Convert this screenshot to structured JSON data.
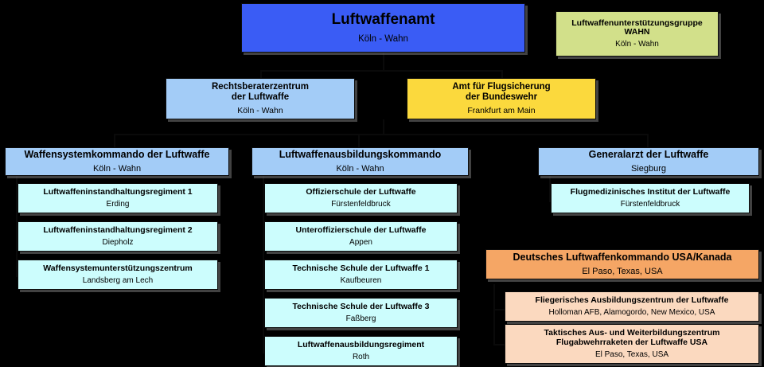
{
  "chart": {
    "type": "org-chart",
    "background_color": "#000000",
    "colors": {
      "root": "#3a5cf5",
      "support_group": "#d2e08a",
      "command": "#a3ccf7",
      "agency": "#fbd93d",
      "subordinate": "#ccfdfd",
      "usa_command": "#f5a665",
      "usa_subordinate": "#fbd9bf"
    }
  },
  "root": {
    "title": "Luftwaffenamt",
    "location": "Köln - Wahn"
  },
  "support_group": {
    "title_line1": "Luftwaffenunterstützungsgruppe",
    "title_line2": "WAHN",
    "location": "Köln - Wahn"
  },
  "second_level": [
    {
      "title_line1": "Rechtsberaterzentrum",
      "title_line2": "der Luftwaffe",
      "location": "Köln - Wahn"
    },
    {
      "title_line1": "Amt für Flugsicherung",
      "title_line2": "der Bundeswehr",
      "location": "Frankfurt am Main"
    }
  ],
  "columns": [
    {
      "header": {
        "title": "Waffensystemkommando der Luftwaffe",
        "location": "Köln - Wahn"
      },
      "children": [
        {
          "title": "Luftwaffeninstandhaltungsregiment 1",
          "location": "Erding"
        },
        {
          "title": "Luftwaffeninstandhaltungsregiment 2",
          "location": "Diepholz"
        },
        {
          "title": "Waffensystemunterstützungszentrum",
          "location": "Landsberg am Lech"
        }
      ]
    },
    {
      "header": {
        "title": "Luftwaffenausbildungskommando",
        "location": "Köln - Wahn"
      },
      "children": [
        {
          "title": "Offizierschule der Luftwaffe",
          "location": "Fürstenfeldbruck"
        },
        {
          "title": "Unteroffizierschule der Luftwaffe",
          "location": "Appen"
        },
        {
          "title": "Technische Schule der Luftwaffe 1",
          "location": "Kaufbeuren"
        },
        {
          "title": "Technische Schule der Luftwaffe 3",
          "location": "Faßberg"
        },
        {
          "title": "Luftwaffenausbildungsregiment",
          "location": "Roth"
        }
      ]
    },
    {
      "header": {
        "title": "Generalarzt der Luftwaffe",
        "location": "Siegburg"
      },
      "children": [
        {
          "title": "Flugmedizinisches Institut der Luftwaffe",
          "location": "Fürstenfeldbruck"
        }
      ]
    }
  ],
  "usa_command": {
    "header": {
      "title": "Deutsches Luftwaffenkommando USA/Kanada",
      "location": "El Paso, Texas, USA"
    },
    "children": [
      {
        "title": "Fliegerisches Ausbildungszentrum der Luftwaffe",
        "location": "Holloman AFB, Alamogordo, New Mexico, USA"
      },
      {
        "title_line1": "Taktisches Aus- und Weiterbildungszentrum",
        "title_line2": "Flugabwehrraketen der Luftwaffe USA",
        "location": "El Paso, Texas, USA"
      }
    ]
  }
}
